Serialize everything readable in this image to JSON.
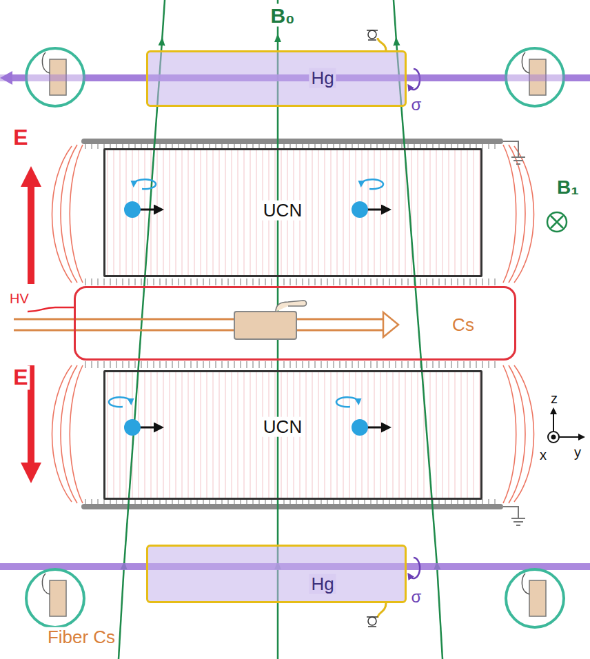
{
  "diagram": {
    "nodes": [
      {
        "text": [
          "Hg"
        ]
      },
      {
        "text": [
          "UCN"
        ]
      },
      {
        "text": [
          "Cs"
        ]
      },
      {
        "text": [
          "UCN"
        ]
      },
      {
        "text": [
          "Hg"
        ]
      }
    ],
    "labels": [
      "B₀",
      "σ",
      "B₁",
      "E",
      "HV",
      "E",
      "z",
      "x",
      "y",
      "σ",
      "Fiber Cs"
    ]
  }
}
